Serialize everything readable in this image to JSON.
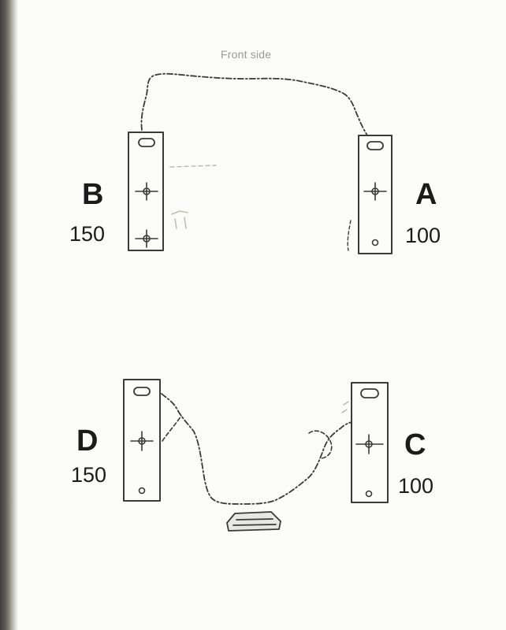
{
  "top_caption": "Front side",
  "brackets": [
    {
      "id": "A",
      "letter": "A",
      "value": "100"
    },
    {
      "id": "B",
      "letter": "B",
      "value": "150"
    },
    {
      "id": "C",
      "letter": "C",
      "value": "100"
    },
    {
      "id": "D",
      "letter": "D",
      "value": "150"
    }
  ]
}
